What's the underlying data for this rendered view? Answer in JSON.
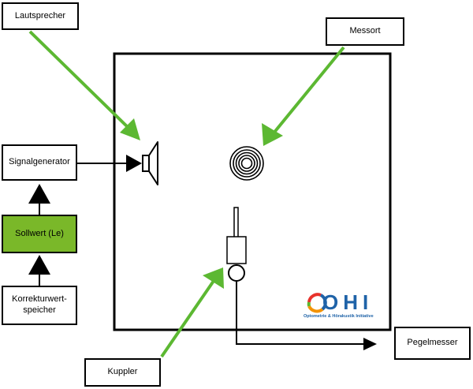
{
  "labels": {
    "lautsprecher": "Lautsprecher",
    "messort": "Messort",
    "signalgenerator": "Signalgenerator",
    "sollwert": "Sollwert (Le)",
    "korrektur_line1": "Korrekturwert-",
    "korrektur_line2": "speicher",
    "kuppler": "Kuppler",
    "pegelmesser": "Pegelmesser"
  },
  "logo": {
    "name": "OHI",
    "subtitle": "Optometrie & Hörakustik Initiative"
  },
  "colors": {
    "arrow_green": "#5cb832",
    "sollwert_fill": "#7ab829",
    "logo_blue": "#1f63a8",
    "logo_red": "#e8322b",
    "logo_orange": "#f39200"
  }
}
